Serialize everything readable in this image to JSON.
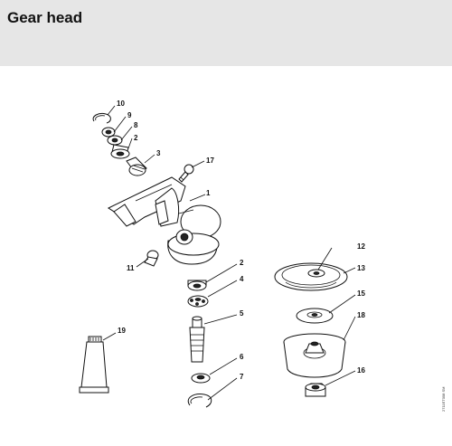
{
  "header": {
    "title": "Gear head"
  },
  "callouts": [
    "10",
    "9",
    "8",
    "2",
    "3",
    "17",
    "1",
    "12",
    "13",
    "11",
    "2",
    "4",
    "15",
    "18",
    "5",
    "19",
    "6",
    "16",
    "7"
  ],
  "drawing_code": "2711ET008 SM"
}
